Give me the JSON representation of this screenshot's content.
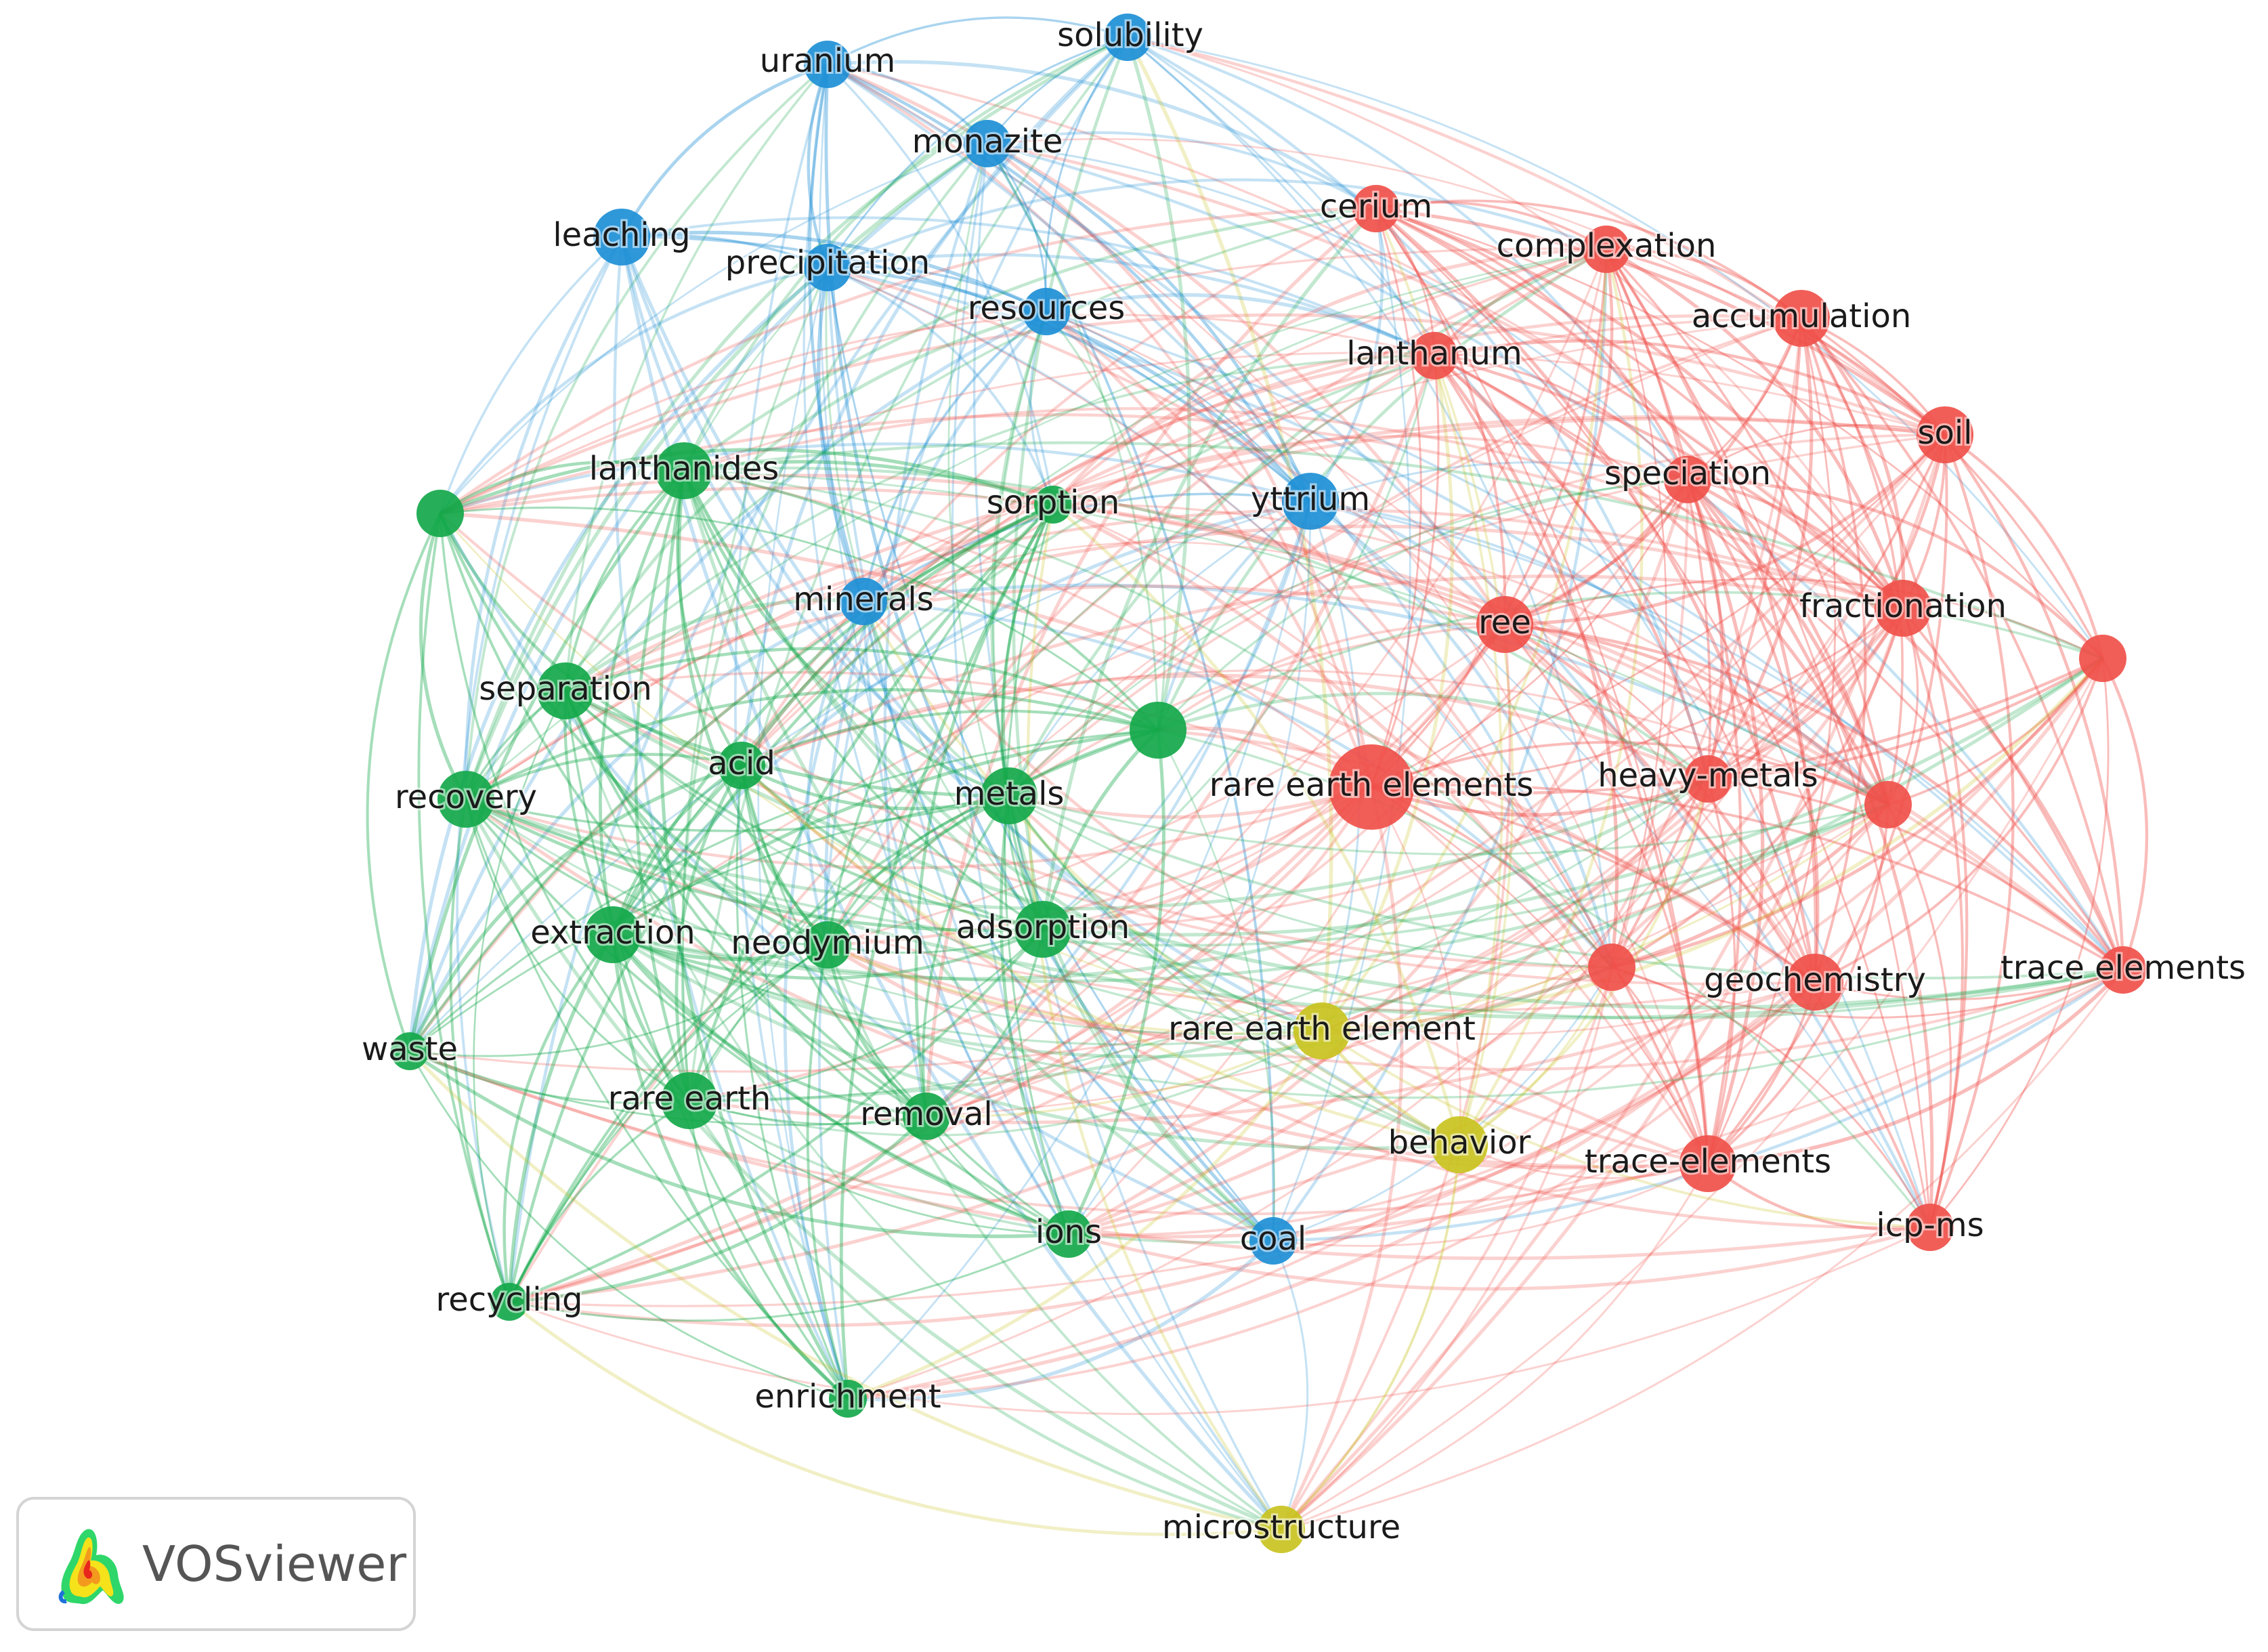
{
  "clusters": {
    "red": "#f0504a",
    "green": "#13a84a",
    "blue": "#1d8fd6",
    "yellow": "#c9c31f"
  },
  "nodes": [
    {
      "id": "uranium",
      "label": "uranium",
      "cluster": "blue",
      "weight": 3
    },
    {
      "id": "solubility",
      "label": "solubility",
      "cluster": "blue",
      "weight": 3
    },
    {
      "id": "monazite",
      "label": "monazite",
      "cluster": "blue",
      "weight": 3
    },
    {
      "id": "leaching",
      "label": "leaching",
      "cluster": "blue",
      "weight": 4
    },
    {
      "id": "precipitation",
      "label": "precipitation",
      "cluster": "blue",
      "weight": 3
    },
    {
      "id": "resources",
      "label": "resources",
      "cluster": "blue",
      "weight": 3
    },
    {
      "id": "yttrium",
      "label": "yttrium",
      "cluster": "blue",
      "weight": 4
    },
    {
      "id": "minerals",
      "label": "minerals",
      "cluster": "blue",
      "weight": 3
    },
    {
      "id": "coal",
      "label": "coal",
      "cluster": "blue",
      "weight": 3
    },
    {
      "id": "cerium",
      "label": "cerium",
      "cluster": "red",
      "weight": 3
    },
    {
      "id": "complexation",
      "label": "complexation",
      "cluster": "red",
      "weight": 3
    },
    {
      "id": "accumulation",
      "label": "accumulation",
      "cluster": "red",
      "weight": 4
    },
    {
      "id": "lanthanum",
      "label": "lanthanum",
      "cluster": "red",
      "weight": 3
    },
    {
      "id": "soil",
      "label": "soil",
      "cluster": "red",
      "weight": 4
    },
    {
      "id": "speciation",
      "label": "speciation",
      "cluster": "red",
      "weight": 3
    },
    {
      "id": "ree",
      "label": "ree",
      "cluster": "red",
      "weight": 4
    },
    {
      "id": "fractionation",
      "label": "fractionation",
      "cluster": "red",
      "weight": 4
    },
    {
      "id": "red-unlabeled-1",
      "label": "",
      "cluster": "red",
      "weight": 3
    },
    {
      "id": "rare-earth-elements",
      "label": "rare earth elements",
      "cluster": "red",
      "weight": 7
    },
    {
      "id": "heavy-metals",
      "label": "heavy-metals",
      "cluster": "red",
      "weight": 3
    },
    {
      "id": "red-unlabeled-2",
      "label": "",
      "cluster": "red",
      "weight": 3
    },
    {
      "id": "red-unlabeled-3",
      "label": "",
      "cluster": "red",
      "weight": 3
    },
    {
      "id": "geochemistry",
      "label": "geochemistry",
      "cluster": "red",
      "weight": 4
    },
    {
      "id": "trace-elements-space",
      "label": "trace elements",
      "cluster": "red",
      "weight": 3
    },
    {
      "id": "trace-elements-hyphen",
      "label": "trace-elements",
      "cluster": "red",
      "weight": 4
    },
    {
      "id": "icp-ms",
      "label": "icp-ms",
      "cluster": "red",
      "weight": 3
    },
    {
      "id": "green-unlabeled-1",
      "label": "",
      "cluster": "green",
      "weight": 3
    },
    {
      "id": "lanthanides",
      "label": "lanthanides",
      "cluster": "green",
      "weight": 4
    },
    {
      "id": "sorption",
      "label": "sorption",
      "cluster": "green",
      "weight": 2
    },
    {
      "id": "separation",
      "label": "separation",
      "cluster": "green",
      "weight": 4
    },
    {
      "id": "green-unlabeled-2",
      "label": "",
      "cluster": "green",
      "weight": 4
    },
    {
      "id": "acid",
      "label": "acid",
      "cluster": "green",
      "weight": 3
    },
    {
      "id": "recovery",
      "label": "recovery",
      "cluster": "green",
      "weight": 4
    },
    {
      "id": "metals",
      "label": "metals",
      "cluster": "green",
      "weight": 4
    },
    {
      "id": "extraction",
      "label": "extraction",
      "cluster": "green",
      "weight": 4
    },
    {
      "id": "neodymium",
      "label": "neodymium",
      "cluster": "green",
      "weight": 3
    },
    {
      "id": "adsorption",
      "label": "adsorption",
      "cluster": "green",
      "weight": 4
    },
    {
      "id": "waste",
      "label": "waste",
      "cluster": "green",
      "weight": 2
    },
    {
      "id": "rare-earth",
      "label": "rare earth",
      "cluster": "green",
      "weight": 4
    },
    {
      "id": "removal",
      "label": "removal",
      "cluster": "green",
      "weight": 3
    },
    {
      "id": "ions",
      "label": "ions",
      "cluster": "green",
      "weight": 3
    },
    {
      "id": "recycling",
      "label": "recycling",
      "cluster": "green",
      "weight": 2
    },
    {
      "id": "enrichment",
      "label": "enrichment",
      "cluster": "green",
      "weight": 2
    },
    {
      "id": "rare-earth-element",
      "label": "rare earth element",
      "cluster": "yellow",
      "weight": 4
    },
    {
      "id": "behavior",
      "label": "behavior",
      "cluster": "yellow",
      "weight": 4
    },
    {
      "id": "microstructure",
      "label": "microstructure",
      "cluster": "yellow",
      "weight": 3
    }
  ],
  "logo": {
    "text": "VOSviewer"
  }
}
